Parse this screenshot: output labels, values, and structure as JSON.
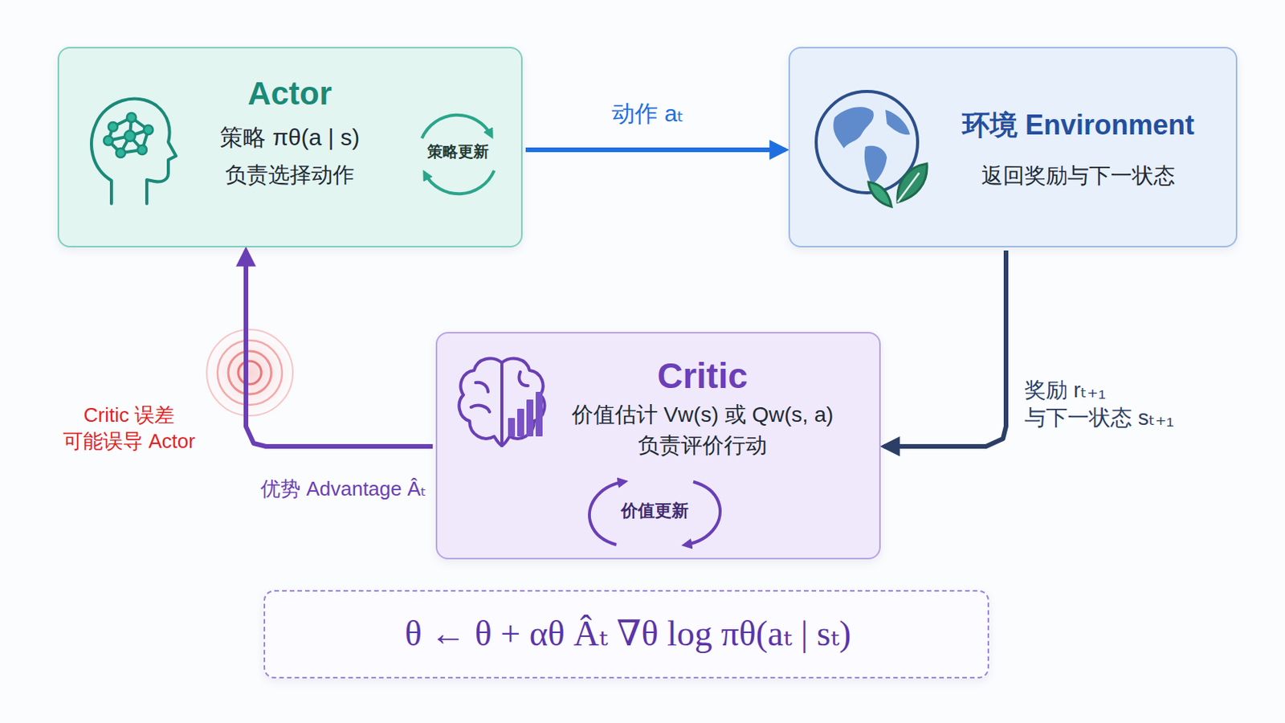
{
  "diagram": {
    "nodes": [
      {
        "text": [
          "Actor",
          "策略 πθ(a | s)",
          "负责选择动作"
        ]
      },
      {
        "text": [
          "策略更新"
        ],
        "in": 0
      },
      {
        "text": [
          "环境 Environment",
          "返回奖励与下一状态"
        ]
      },
      {
        "text": [
          "Critic",
          "价值估计 Vw(s) 或 Qw(s, a)",
          "负责评价行动"
        ]
      },
      {
        "text": [
          "价值更新"
        ],
        "in": 3
      },
      {
        "text": [
          "θ ← θ + αθ Âₜ ∇θ log πθ(aₜ | sₜ)"
        ]
      }
    ],
    "edges": [
      {
        "from": 0,
        "to": 2,
        "label": "动作 aₜ",
        "arrow": "to"
      },
      {
        "from": 2,
        "to": 3,
        "label": "奖励 rₜ₊₁ 与下一状态 sₜ₊₁",
        "arrow": "to"
      },
      {
        "from": 3,
        "to": 0,
        "label": "优势 Advantage Âₜ",
        "arrow": "to"
      }
    ],
    "labels": [
      "Critic 误差 可能误导 Actor"
    ]
  }
}
